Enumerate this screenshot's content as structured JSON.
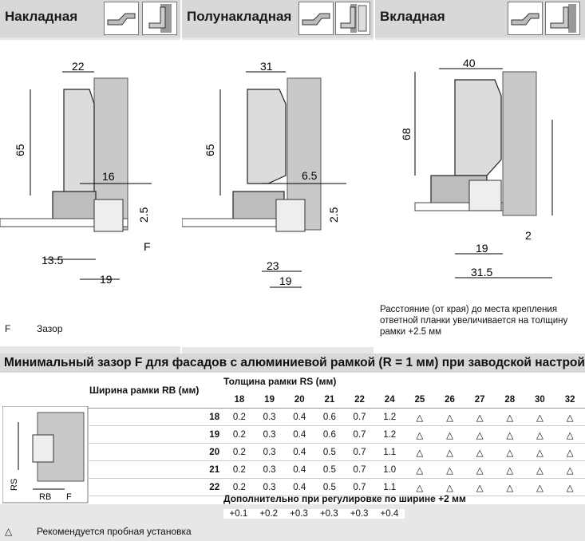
{
  "panels": [
    {
      "title": "Накладная",
      "dims": {
        "top": "22",
        "height": "65",
        "overlay": "16",
        "gap_right": "2.5",
        "gap_f": "F",
        "bottom_left": "13.5",
        "bottom_right": "19"
      }
    },
    {
      "title": "Полунакладная",
      "dims": {
        "top": "31",
        "height": "65",
        "overlay": "6.5",
        "gap_right": "2.5",
        "bottom_left": "23",
        "bottom_right": "19"
      }
    },
    {
      "title": "Вкладная",
      "dims": {
        "top": "40",
        "height": "68",
        "gap_right": "2",
        "bottom_left": "19",
        "bottom_right": "31.5"
      }
    }
  ],
  "legend": {
    "symbol": "F",
    "text": "Зазор"
  },
  "inset_note": "Расстояние (от края) до места крепления ответной планки увеличивается на толщину рамки +2.5 мм",
  "table": {
    "title": "Минимальный зазор F для фасадов с алюминиевой рамкой (R = 1 мм) при заводской настройке",
    "rs_label": "Толщина рамки RS (мм)",
    "rb_label": "Ширина рамки RB (мм)",
    "rs_values": [
      "18",
      "19",
      "20",
      "21",
      "22",
      "24",
      "25",
      "26",
      "27",
      "28",
      "30",
      "32"
    ],
    "rows": [
      {
        "rb": "18",
        "values": [
          "0.2",
          "0.3",
          "0.4",
          "0.6",
          "0.7",
          "1.2",
          "△",
          "△",
          "△",
          "△",
          "△",
          "△"
        ]
      },
      {
        "rb": "19",
        "values": [
          "0.2",
          "0.3",
          "0.4",
          "0.6",
          "0.7",
          "1.2",
          "△",
          "△",
          "△",
          "△",
          "△",
          "△"
        ]
      },
      {
        "rb": "20",
        "values": [
          "0.2",
          "0.3",
          "0.4",
          "0.5",
          "0.7",
          "1.1",
          "△",
          "△",
          "△",
          "△",
          "△",
          "△"
        ]
      },
      {
        "rb": "21",
        "values": [
          "0.2",
          "0.3",
          "0.4",
          "0.5",
          "0.7",
          "1.0",
          "△",
          "△",
          "△",
          "△",
          "△",
          "△"
        ]
      },
      {
        "rb": "22",
        "values": [
          "0.2",
          "0.3",
          "0.4",
          "0.5",
          "0.7",
          "1.1",
          "△",
          "△",
          "△",
          "△",
          "△",
          "△"
        ]
      }
    ],
    "adjustment_label": "Дополнительно при регулировке по ширине +2 мм",
    "adjustment_values": [
      "+0.1",
      "+0.2",
      "+0.3",
      "+0.3",
      "+0.3",
      "+0.4"
    ],
    "inset_labels": {
      "rs": "RS",
      "rb": "RB",
      "f": "F"
    }
  },
  "footnote": {
    "symbol": "△",
    "text": "Рекомендуется пробная установка"
  }
}
